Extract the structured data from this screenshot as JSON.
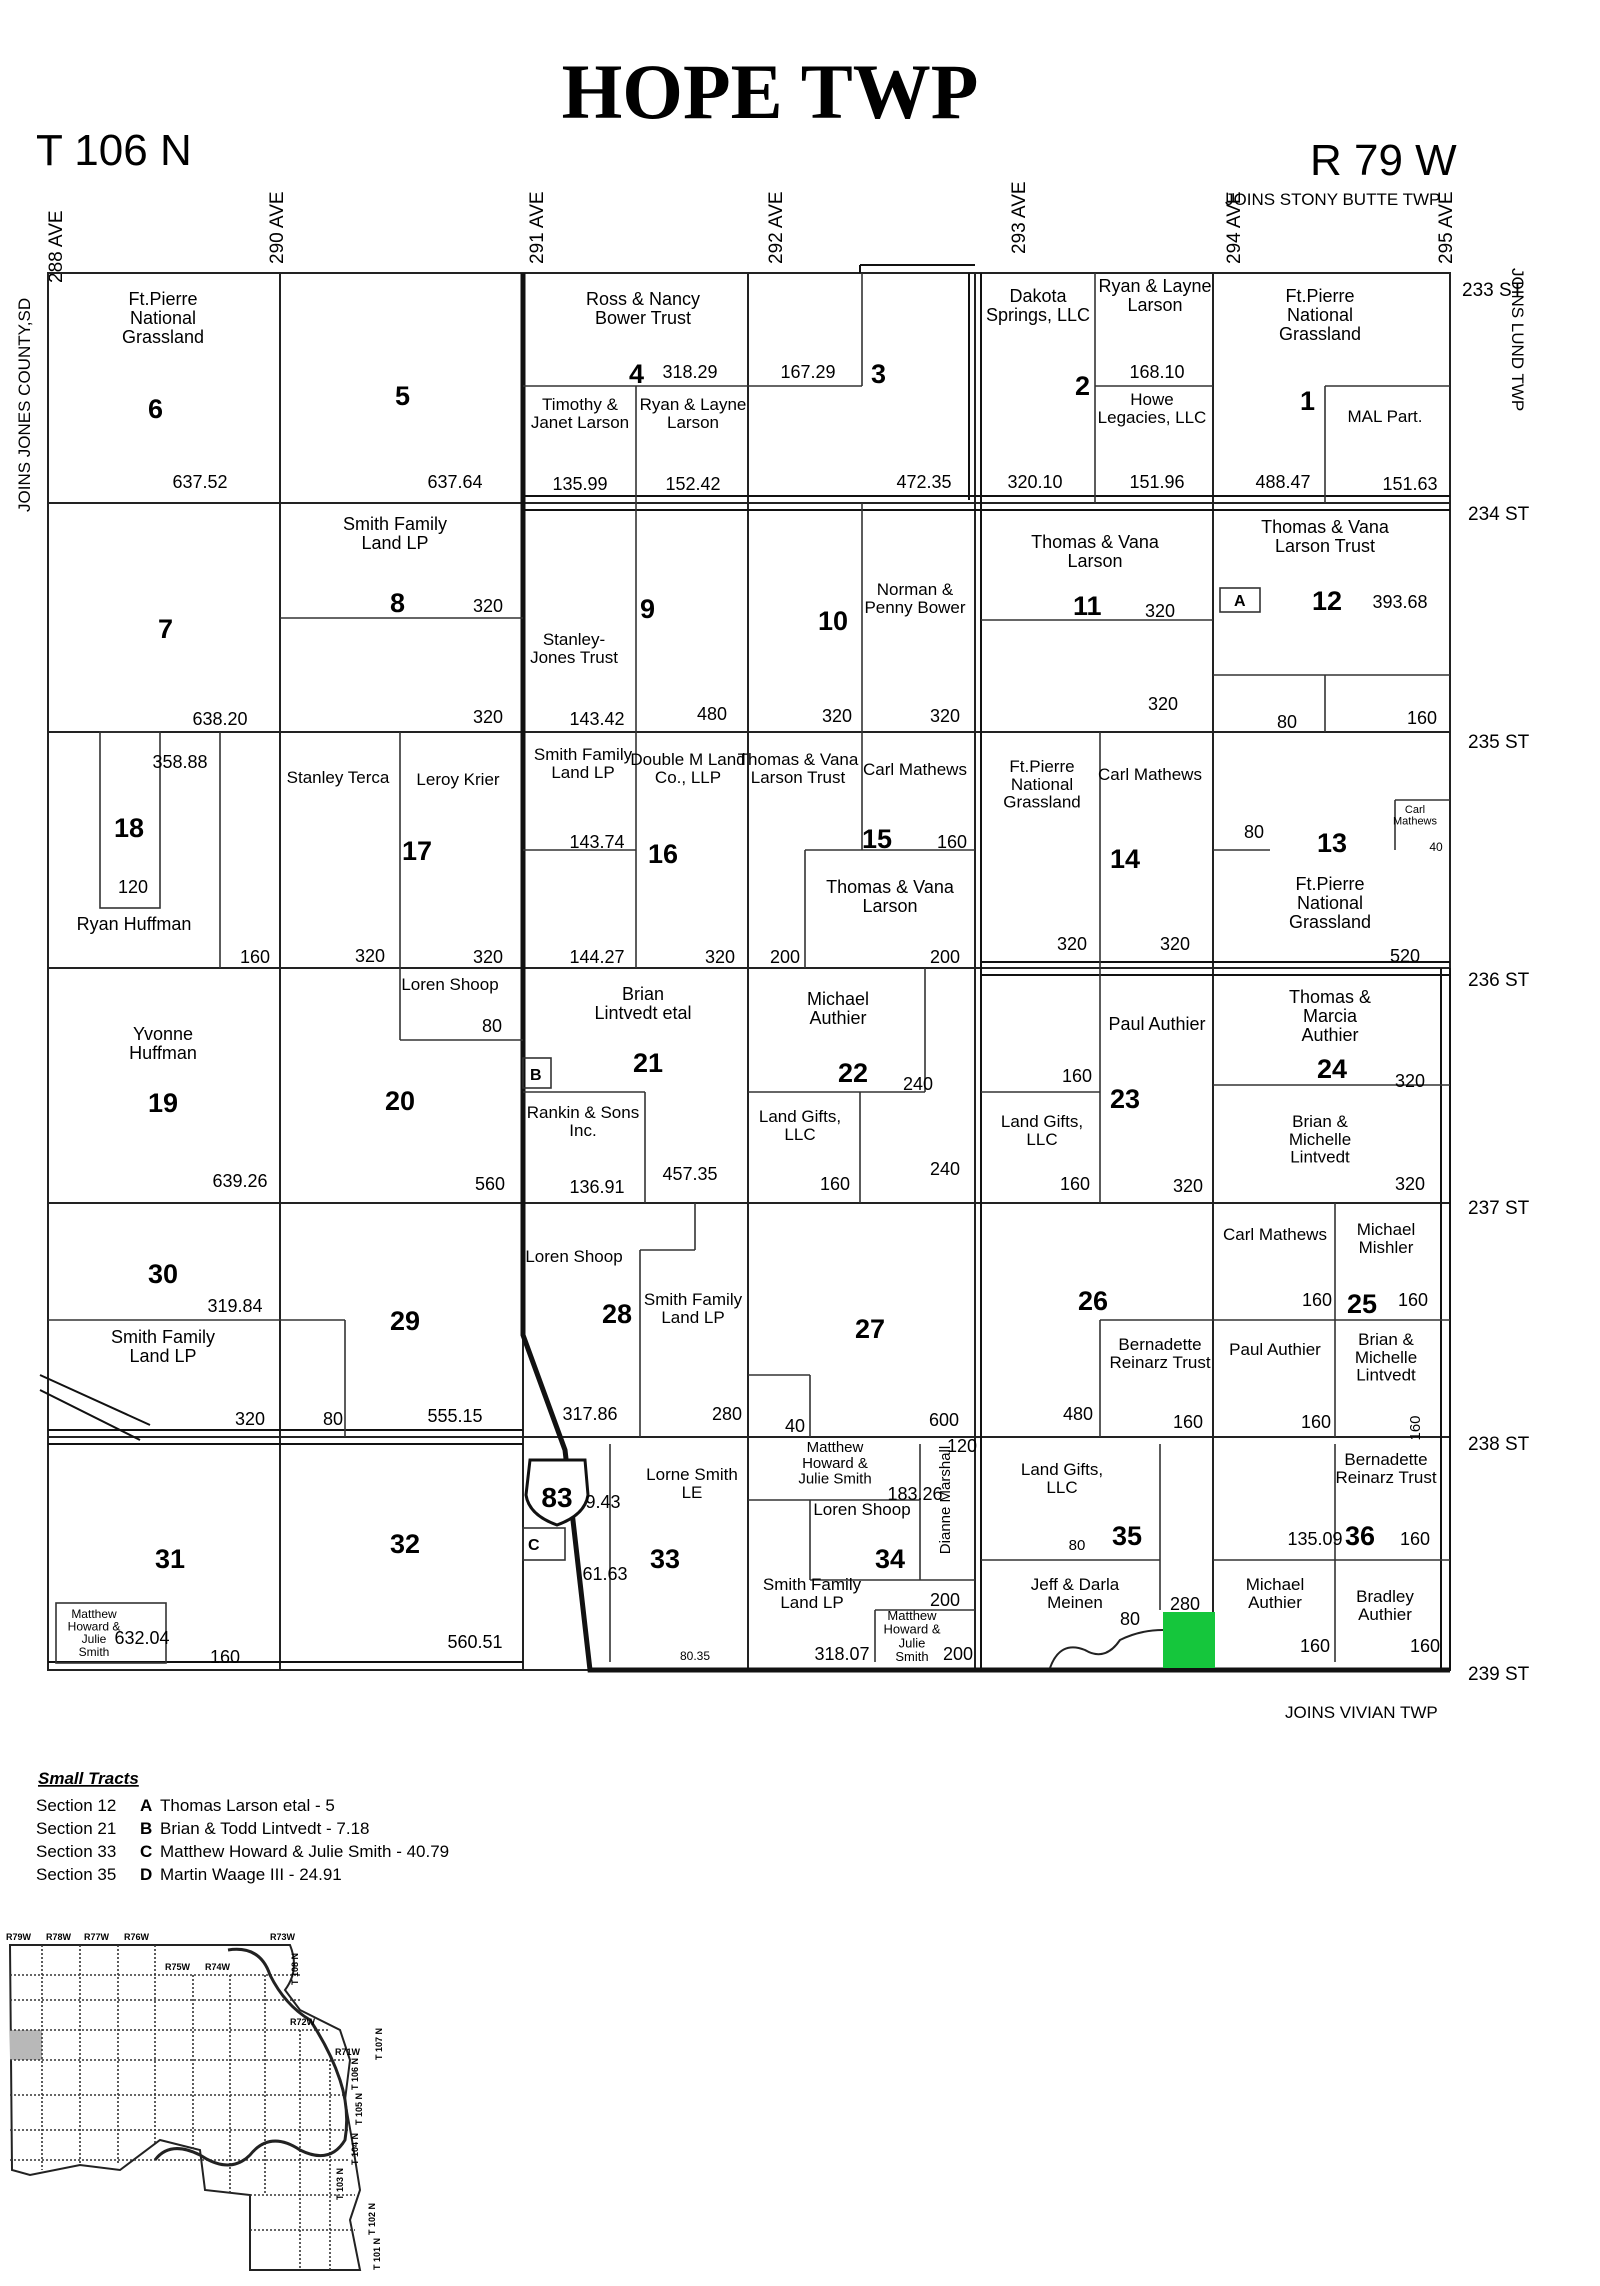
{
  "header": {
    "title": "HOPE TWP",
    "township": "T 106 N",
    "range": "R 79 W",
    "joins_top": "JOINS STONY BUTTE TWP",
    "joins_bottom": "JOINS VIVIAN TWP",
    "joins_left": "JOINS JONES COUNTY,SD",
    "joins_right": "JOINS LUND TWP"
  },
  "roads_top": [
    "288 AVE",
    "290 AVE",
    "291 AVE",
    "292 AVE",
    "293 AVE",
    "294 AVE",
    "295 AVE"
  ],
  "roads_right": [
    "233 ST",
    "234 ST",
    "235 ST",
    "236 ST",
    "237 ST",
    "238 ST",
    "239 ST"
  ],
  "highway": "83",
  "sections": [
    "6",
    "5",
    "4",
    "3",
    "2",
    "1",
    "7",
    "8",
    "9",
    "10",
    "11",
    "12",
    "18",
    "17",
    "16",
    "15",
    "14",
    "13",
    "19",
    "20",
    "21",
    "22",
    "23",
    "24",
    "30",
    "29",
    "28",
    "27",
    "26",
    "25",
    "31",
    "32",
    "33",
    "34",
    "35",
    "36"
  ],
  "owners": [
    "Ft.Pierre National Grassland",
    "Ross & Nancy Bower Trust",
    "Dakota Springs, LLC",
    "Ryan & Layne Larson",
    "Ft.Pierre National Grassland",
    "Timothy & Janet Larson",
    "Ryan & Layne Larson",
    "Howe Legacies, LLC",
    "MAL Part.",
    "Smith Family Land LP",
    "Thomas & Vana Larson",
    "Thomas & Vana Larson Trust",
    "Norman & Penny Bower",
    "Stanley- Jones Trust",
    "Stanley Terca",
    "Leroy Krier",
    "Smith Family Land LP",
    "Double M Land Co., LLP",
    "Thomas & Vana Larson Trust",
    "Carl Mathews",
    "Ft.Pierre National Grassland",
    "Carl Mathews",
    "Carl Mathews",
    "Ft.Pierre National Grassland",
    "Thomas & Vana Larson",
    "Ryan Huffman",
    "Yvonne Huffman",
    "Loren Shoop",
    "Brian Lintvedt etal",
    "Michael Authier",
    "Paul Authier",
    "Thomas & Marcia Authier",
    "Rankin & Sons Inc.",
    "Land Gifts, LLC",
    "Land Gifts, LLC",
    "Brian & Michelle Lintvedt",
    "Loren Shoop",
    "Smith Family Land LP",
    "Carl Mathews",
    "Michael Mishler",
    "Smith Family Land LP",
    "Bernadette Reinarz Trust",
    "Paul Authier",
    "Brian & Michelle Lintvedt",
    "Matthew Howard & Julie Smith",
    "Dianne Marshall",
    "Land Gifts, LLC",
    "Bernadette Reinarz Trust",
    "Lorne Smith LE",
    "Loren Shoop",
    "Smith Family Land LP",
    "Matthew Howard & Julie Smith",
    "Jeff & Darla Meinen",
    "Michael Authier",
    "Bradley Authier",
    "Matthew Howard & Julie Smith"
  ],
  "acreages": [
    "637.52",
    "637.64",
    "318.29",
    "167.29",
    "472.35",
    "320.10",
    "168.10",
    "151.96",
    "488.47",
    "151.63",
    "135.99",
    "152.42",
    "320",
    "320",
    "638.20",
    "143.42",
    "480",
    "320",
    "320",
    "320",
    "393.68",
    "320",
    "80",
    "160",
    "358.88",
    "120",
    "160",
    "320",
    "320",
    "143.74",
    "144.27",
    "320",
    "200",
    "200",
    "160",
    "320",
    "320",
    "80",
    "520",
    "40",
    "80",
    "639.26",
    "560",
    "136.91",
    "457.35",
    "160",
    "240",
    "240",
    "160",
    "160",
    "320",
    "320",
    "320",
    "319.84",
    "320",
    "80",
    "555.15",
    "317.86",
    "280",
    "40",
    "600",
    "480",
    "160",
    "160",
    "160",
    "160",
    "160",
    "9.43",
    "61.63",
    "183.26",
    "120",
    "80",
    "200",
    "160",
    "560.51",
    "632.04",
    "80.35",
    "318.07",
    "200",
    "80",
    "280",
    "135.09",
    "160",
    "160",
    "160",
    "160"
  ],
  "tract_markers": [
    "A",
    "B",
    "C"
  ],
  "legend": {
    "title": "Small Tracts",
    "rows": [
      {
        "section": "Section 12",
        "letter": "A",
        "text": "Thomas Larson etal - 5"
      },
      {
        "section": "Section 21",
        "letter": "B",
        "text": "Brian & Todd Lintvedt - 7.18"
      },
      {
        "section": "Section 33",
        "letter": "C",
        "text": "Matthew Howard & Julie Smith - 40.79"
      },
      {
        "section": "Section 35",
        "letter": "D",
        "text": "Martin Waage III - 24.91"
      }
    ]
  },
  "inset": {
    "ranges": [
      "R79W",
      "R78W",
      "R77W",
      "R76W",
      "R75W",
      "R74W",
      "R73W",
      "R72W",
      "R71W"
    ],
    "townships": [
      "T 108 N",
      "T 107 N",
      "T 106 N",
      "T 105 N",
      "T 104 N",
      "T 103 N",
      "T 102 N",
      "T 101 N"
    ],
    "highlight_color": "#b8b8b8"
  },
  "colors": {
    "parcel_highlight": "#15c63c",
    "line": "#222222"
  }
}
